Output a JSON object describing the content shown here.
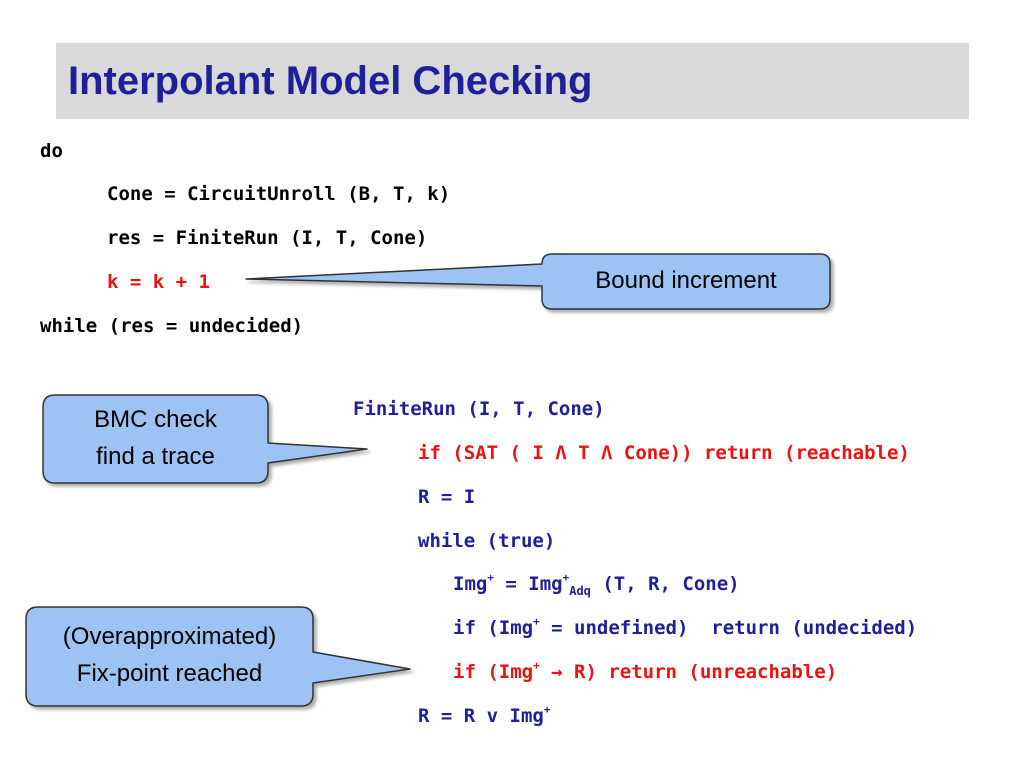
{
  "title": "Interpolant Model Checking",
  "outer_loop": {
    "do": "do",
    "line1": "Cone = CircuitUnroll (B, T, k)",
    "line2": "res = FiniteRun (I, T, Cone)",
    "line3": "k = k + 1",
    "line4": "while (res = undecided)"
  },
  "finite_run": {
    "header": "FiniteRun (I, T, Cone)",
    "sat_check": "if (SAT ( I Λ T Λ Cone)) return (reachable)",
    "r_init": "R = I",
    "while_true": "while (true)",
    "img_lhs": "Img",
    "img_eq": " = Img",
    "img_sub": "Adq",
    "img_rhs": " (T, R, Cone)",
    "if_undef_a": "if (Img",
    "if_undef_b": " = undefined)  return (undecided)",
    "if_fix_a": "if (Img",
    "if_fix_arrow": " → ",
    "if_fix_b": "R) return (unreachable)",
    "r_update_a": "R = R v Img",
    "plus": "+"
  },
  "callouts": {
    "bound": "Bound increment",
    "bmc_line1": "BMC check",
    "bmc_line2": "find a trace",
    "fix_line1": "(Overapproximated)",
    "fix_line2": "Fix-point  reached"
  },
  "colors": {
    "title_blue": "#1f1f99",
    "code_red": "#ee1111",
    "callout_fill": "#9dc3f5",
    "callout_stroke": "#333333",
    "title_bar": "#d9d9d9"
  }
}
